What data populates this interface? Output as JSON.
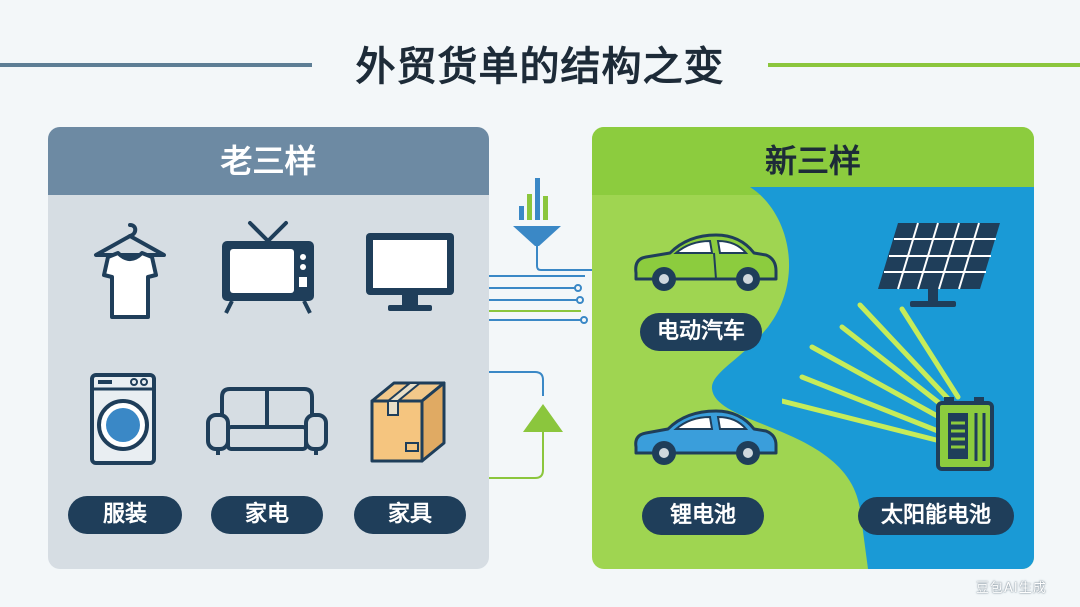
{
  "title": "外贸货单的结构之变",
  "old_group": {
    "heading": "老三样",
    "labels": [
      "服装",
      "家电",
      "家具"
    ],
    "icons": [
      "shirt-on-hanger-icon",
      "crt-tv-icon",
      "monitor-icon",
      "washing-machine-icon",
      "sofa-icon",
      "cardboard-box-icon"
    ]
  },
  "new_group": {
    "heading": "新三样",
    "labels": [
      "电动汽车",
      "锂电池",
      "太阳能电池"
    ],
    "icons": [
      "electric-car-icon",
      "solar-panel-icon",
      "blue-car-icon",
      "battery-icon"
    ]
  },
  "watermark": "豆包AI生成",
  "colors": {
    "old_panel": "#d6dde3",
    "old_header": "#6d8aa3",
    "new_panel": "#9fd551",
    "new_blue": "#1a9ad6",
    "pill": "#1f3e5a",
    "accent_green": "#8bc63d"
  }
}
